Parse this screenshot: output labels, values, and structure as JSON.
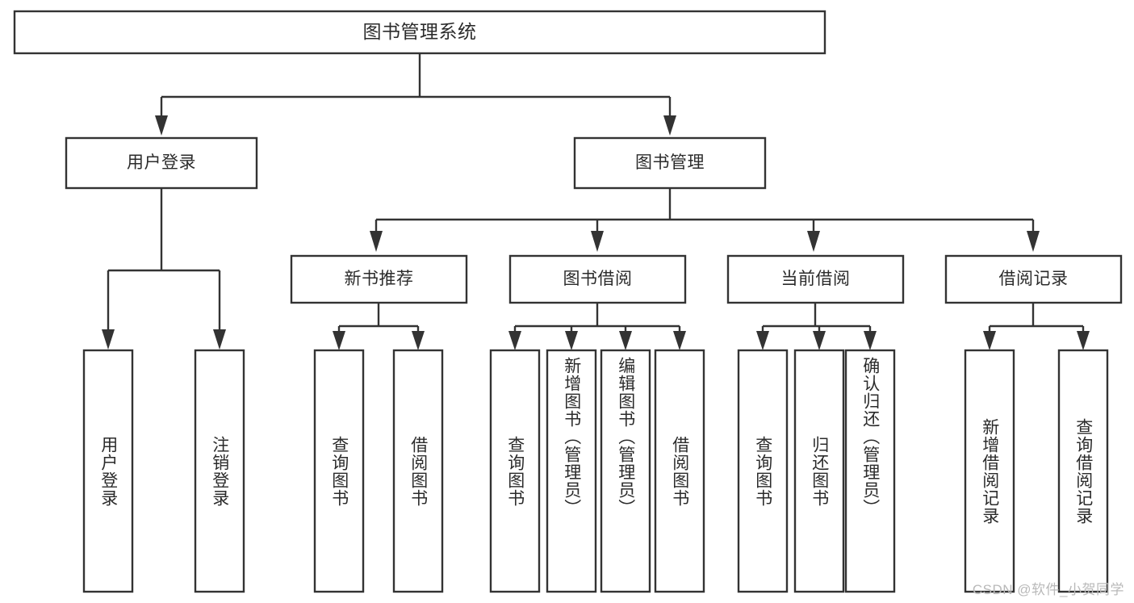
{
  "diagram": {
    "type": "tree-hierarchy",
    "orientation": "top-down",
    "title": "图书管理系统",
    "colors": {
      "box_fill": "#ffffff",
      "box_stroke": "#333333",
      "text": "#2b2b2b",
      "background": "#ffffff",
      "watermark": "#b9b9b9"
    },
    "root": {
      "label": "图书管理系统",
      "orientation": "horizontal"
    },
    "level2": [
      {
        "label": "用户登录",
        "orientation": "horizontal"
      },
      {
        "label": "图书管理",
        "orientation": "horizontal"
      }
    ],
    "level3": [
      {
        "label": "新书推荐",
        "orientation": "horizontal"
      },
      {
        "label": "图书借阅",
        "orientation": "horizontal"
      },
      {
        "label": "当前借阅",
        "orientation": "horizontal"
      },
      {
        "label": "借阅记录",
        "orientation": "horizontal"
      }
    ],
    "leaves": {
      "user_login": [
        {
          "label": "用户登录",
          "orientation": "vertical"
        },
        {
          "label": "注销登录",
          "orientation": "vertical"
        }
      ],
      "new_book_recommend": [
        {
          "label": "查询图书",
          "orientation": "vertical"
        },
        {
          "label": "借阅图书",
          "orientation": "vertical"
        }
      ],
      "book_borrow": [
        {
          "label": "查询图书",
          "orientation": "vertical"
        },
        {
          "label": "新增图书（管理员）",
          "orientation": "vertical"
        },
        {
          "label": "编辑图书（管理员）",
          "orientation": "vertical"
        },
        {
          "label": "借阅图书",
          "orientation": "vertical"
        }
      ],
      "current_borrow": [
        {
          "label": "查询图书",
          "orientation": "vertical"
        },
        {
          "label": "归还图书",
          "orientation": "vertical"
        },
        {
          "label": "确认归还（管理员）",
          "orientation": "vertical"
        }
      ],
      "borrow_record": [
        {
          "label": "新增借阅记录",
          "orientation": "vertical"
        },
        {
          "label": "查询借阅记录",
          "orientation": "vertical"
        }
      ]
    }
  },
  "watermark": {
    "text": "CSDN @软件_小贺同学"
  }
}
